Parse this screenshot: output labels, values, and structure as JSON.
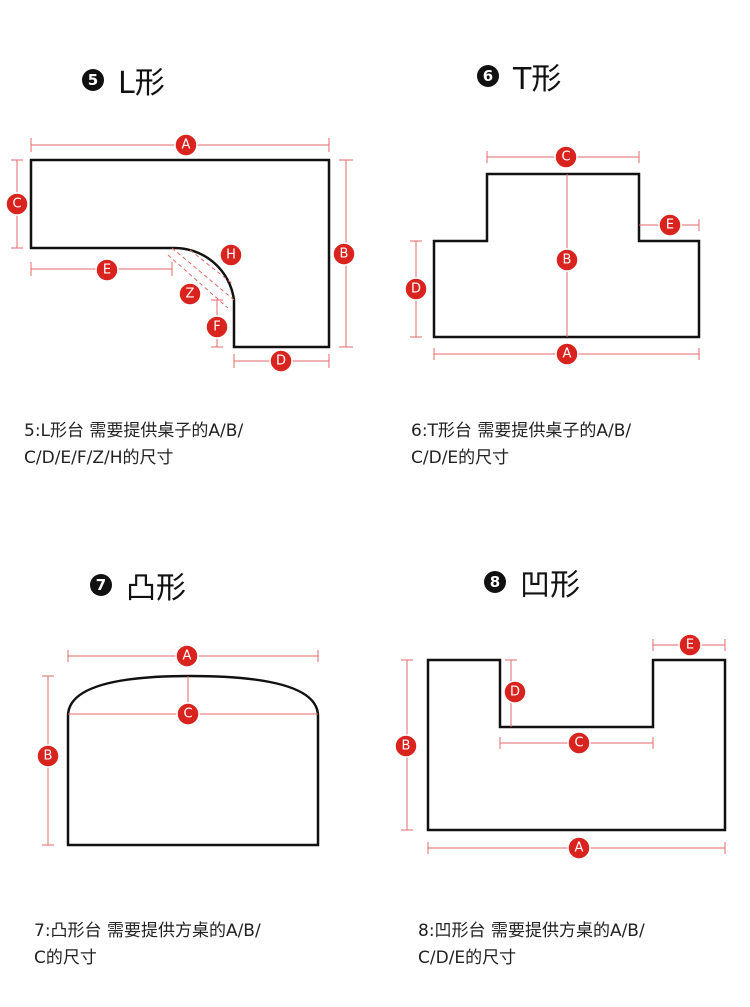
{
  "panels": {
    "l_shape": {
      "badge": "5",
      "title": "L形",
      "caption": "5:L形台 需要提供桌子的A/B/\nC/D/E/F/Z/H的尺寸",
      "labels": {
        "A": "A",
        "B": "B",
        "C": "C",
        "D": "D",
        "E": "E",
        "F": "F",
        "Z": "Z",
        "H": "H"
      }
    },
    "t_shape": {
      "badge": "6",
      "title": "T形",
      "caption": "6:T形台 需要提供桌子的A/B/\nC/D/E的尺寸",
      "labels": {
        "A": "A",
        "B": "B",
        "C": "C",
        "D": "D",
        "E": "E"
      }
    },
    "convex_shape": {
      "badge": "7",
      "title": "凸形",
      "caption": "7:凸形台 需要提供方桌的A/B/\nC的尺寸",
      "labels": {
        "A": "A",
        "B": "B",
        "C": "C"
      }
    },
    "concave_shape": {
      "badge": "8",
      "title": "凹形",
      "caption": "8:凹形台 需要提供方桌的A/B/\nC/D/E的尺寸",
      "labels": {
        "A": "A",
        "B": "B",
        "C": "C",
        "D": "D",
        "E": "E"
      }
    }
  },
  "colors": {
    "label_fill": "#d9231f",
    "dimension_line": "#e36a6a",
    "outline": "#111111"
  }
}
